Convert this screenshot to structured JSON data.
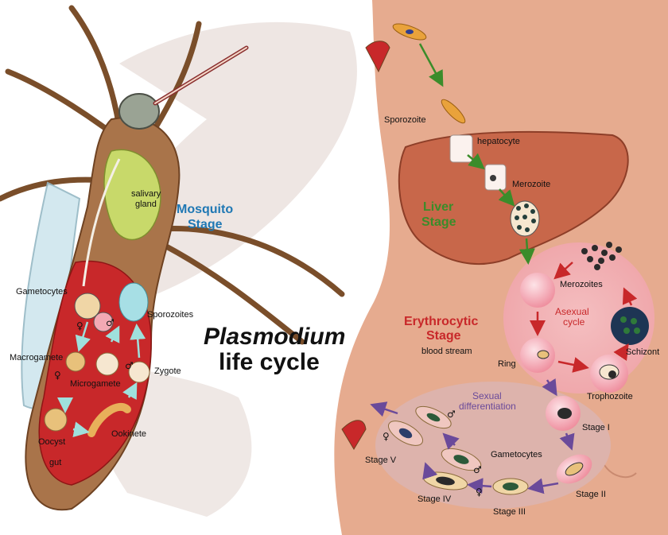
{
  "title": {
    "line1": "Plasmodium",
    "line2": "life cycle"
  },
  "mosquito": {
    "stage_title": {
      "line1": "Mosquito",
      "line2": "Stage"
    },
    "labels": {
      "salivary_gland": {
        "line1": "salivary",
        "line2": "gland"
      },
      "gametocytes": "Gametocytes",
      "sporozoites": "Sporozoites",
      "macrogamete": "Macrogamete",
      "microgamete": "Microgamete",
      "zygote": "Zygote",
      "oocyst": "Oocyst",
      "ookinete": "Ookinete",
      "gut": "gut"
    }
  },
  "liver": {
    "stage_title": {
      "line1": "Liver",
      "line2": "Stage"
    },
    "labels": {
      "sporozoite": "Sporozoite",
      "hepatocyte": "hepatocyte",
      "merozoite": "Merozoite"
    }
  },
  "erythrocytic": {
    "stage_title": {
      "line1": "Erythrocytic",
      "line2": "Stage"
    },
    "subtitle": "blood stream",
    "asexual": {
      "line1": "Asexual",
      "line2": "cycle"
    },
    "labels": {
      "merozoites": "Merozoites",
      "ring": "Ring",
      "trophozoite": "Trophozoite",
      "schizont": "Schizont"
    }
  },
  "sexual": {
    "title": {
      "line1": "Sexual",
      "line2": "differentiation"
    },
    "labels": {
      "gametocytes": "Gametocytes",
      "stage1": "Stage I",
      "stage2": "Stage II",
      "stage3": "Stage III",
      "stage4": "Stage IV",
      "stage5": "Stage V"
    }
  },
  "symbols": {
    "female": "♀",
    "male": "♂"
  },
  "colors": {
    "liver": "#c8674a",
    "mosquito_body": "#a9744a",
    "gut": "#c8282a",
    "rbc": "#f3a9b4",
    "green_arrow": "#3b8c2a",
    "red_arrow": "#c8282a",
    "purple_arrow": "#6a4a9a",
    "mosquito_title": "#1f78b4",
    "liver_title": "#3b8c2a",
    "erythro_title": "#c8282a",
    "sexual_title": "#6a4a9a"
  }
}
